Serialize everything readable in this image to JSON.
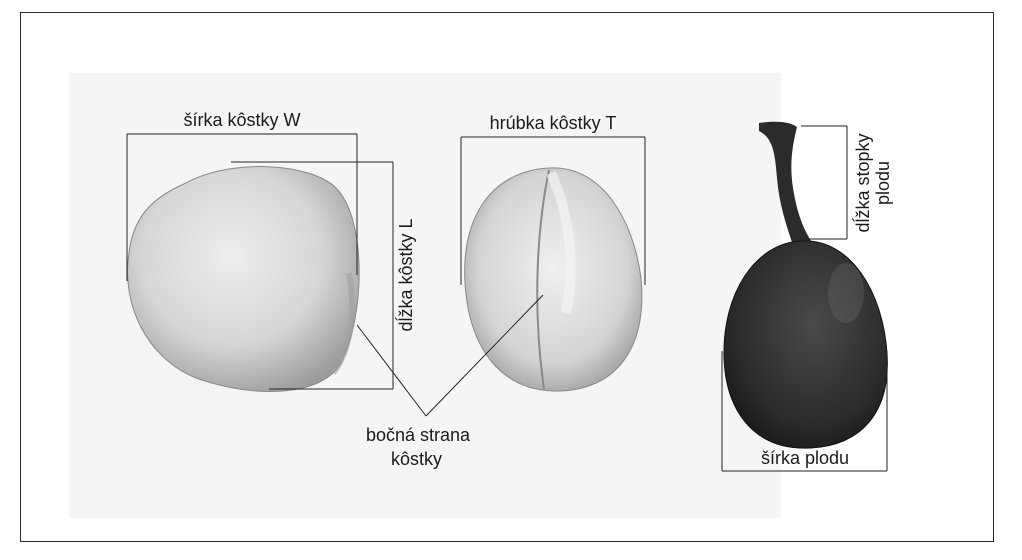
{
  "labels": {
    "seed_width": "šírka kôstky W",
    "seed_thickness": "hrúbka kôstky T",
    "seed_length": "dĺžka kôstky L",
    "side_line1": "bočná strana",
    "side_line2": "kôstky",
    "stalk_line1": "dĺžka stopky",
    "stalk_line2": "plodu",
    "fruit_width": "šírka plodu"
  },
  "colors": {
    "seed_fill": "#d9d9d9",
    "fruit_fill": "#2e2e2e",
    "line": "#222222"
  }
}
